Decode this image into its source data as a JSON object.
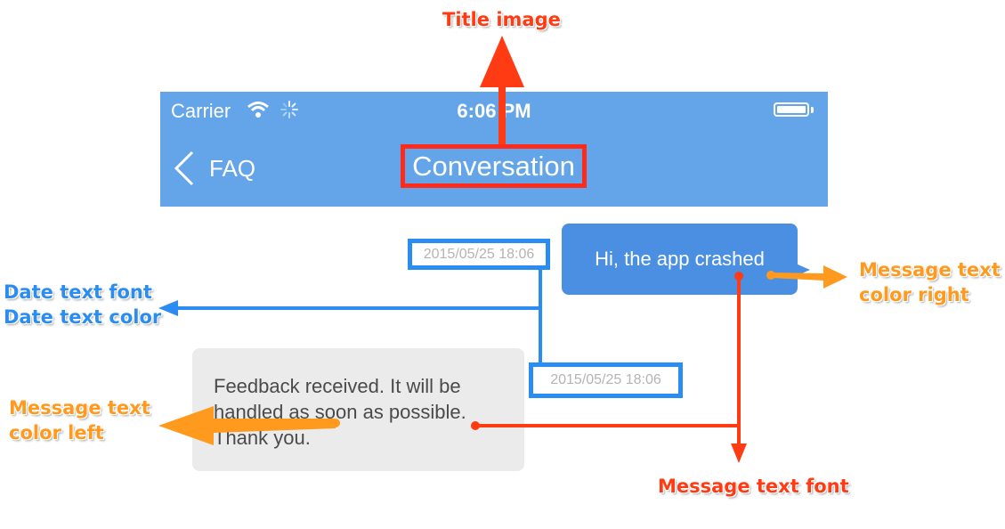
{
  "header": {
    "carrier": "Carrier",
    "time": "6:06 PM",
    "back_label": "FAQ",
    "title": "Conversation"
  },
  "messages": {
    "right": {
      "text": "Hi, the app crashed",
      "date": "2015/05/25 18:06"
    },
    "left": {
      "lines": [
        "Feedback received. It will be",
        "handled as soon as possible.",
        "Thank you."
      ],
      "date": "2015/05/25 18:06"
    }
  },
  "annotations": {
    "title_image": "Title image",
    "date_font": "Date text font",
    "date_color": "Date text color",
    "msg_color_right_1": "Message text",
    "msg_color_right_2": "color right",
    "msg_color_left_1": "Message text",
    "msg_color_left_2": "color left",
    "msg_font": "Message text font"
  },
  "colors": {
    "nav_bar": "#63a5e8",
    "bubble_right": "#4a8fe2",
    "bubble_left": "#ebebeb",
    "annotation_red": "#ff3b14",
    "annotation_blue": "#2b8cf2",
    "annotation_orange": "#ff9a1f"
  },
  "icons": [
    "wifi-icon",
    "activity-spinner-icon",
    "battery-icon",
    "back-chevron-icon"
  ]
}
